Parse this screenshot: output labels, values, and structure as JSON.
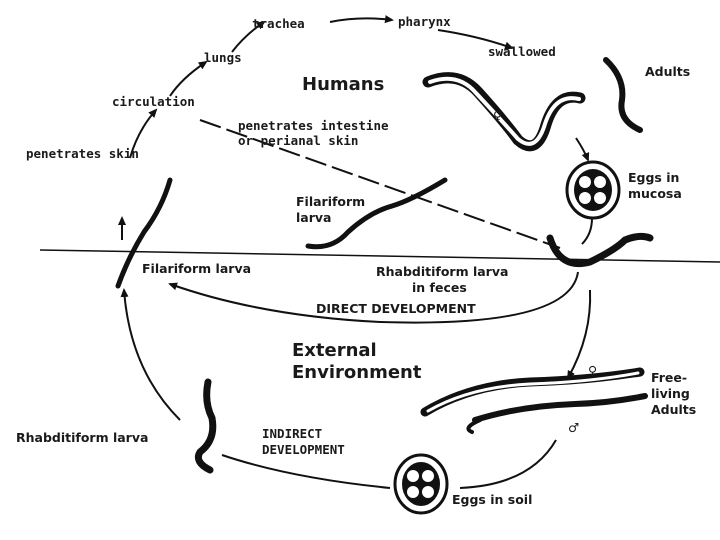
{
  "labels": {
    "trachea": "trachea",
    "pharynx": "pharynx",
    "lungs": "lungs",
    "swallowed": "swallowed",
    "adults": "Adults",
    "humans": "Humans",
    "circulation": "circulation",
    "penetrates_intestine_1": "penetrates intestine",
    "penetrates_intestine_2": "or perianal skin",
    "penetrates_skin": "penetrates skin",
    "eggs_mucosa_1": "Eggs in",
    "eggs_mucosa_2": "mucosa",
    "filariform_upper_1": "Filariform",
    "filariform_upper_2": "larva",
    "filariform_lower": "Filariform larva",
    "rhabditiform_feces_1": "Rhabditiform larva",
    "rhabditiform_feces_2": "in feces",
    "direct_development": "DIRECT DEVELOPMENT",
    "external_1": "External",
    "external_2": "Environment",
    "free_living_1": "Free-",
    "free_living_2": "living",
    "free_living_3": "Adults",
    "rhabditiform_left": "Rhabditiform larva",
    "indirect_1": "INDIRECT",
    "indirect_2": "DEVELOPMENT",
    "eggs_soil": "Eggs in soil",
    "female_symbol": "♀",
    "male_symbol": "♂"
  }
}
